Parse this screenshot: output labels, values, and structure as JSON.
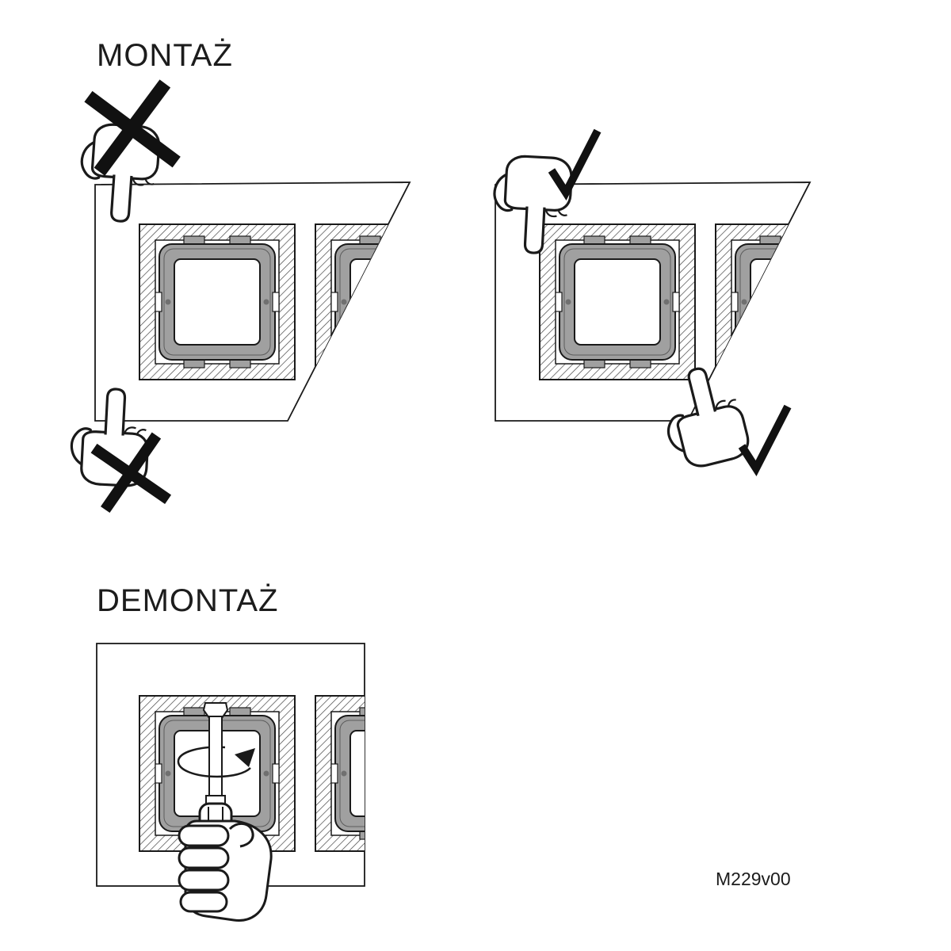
{
  "page": {
    "background_color": "#ffffff",
    "line_color": "#1a1a1a",
    "frame_gray": "#a0a0a0"
  },
  "sections": {
    "montaz": {
      "title": "MONTAŻ",
      "wrong_panel": {
        "icons": [
          "press-hand-down-icon",
          "x-mark-icon",
          "press-hand-up-icon",
          "x-mark-icon"
        ]
      },
      "correct_panel": {
        "icons": [
          "press-hand-down-icon",
          "check-mark-icon",
          "press-hand-up-icon",
          "check-mark-icon"
        ]
      }
    },
    "demontaz": {
      "title": "DEMONTAŻ",
      "icons": [
        "screwdriver-icon",
        "rotation-arrow-icon",
        "gripping-hand-icon"
      ]
    }
  },
  "footer": {
    "code": "M229v00"
  }
}
